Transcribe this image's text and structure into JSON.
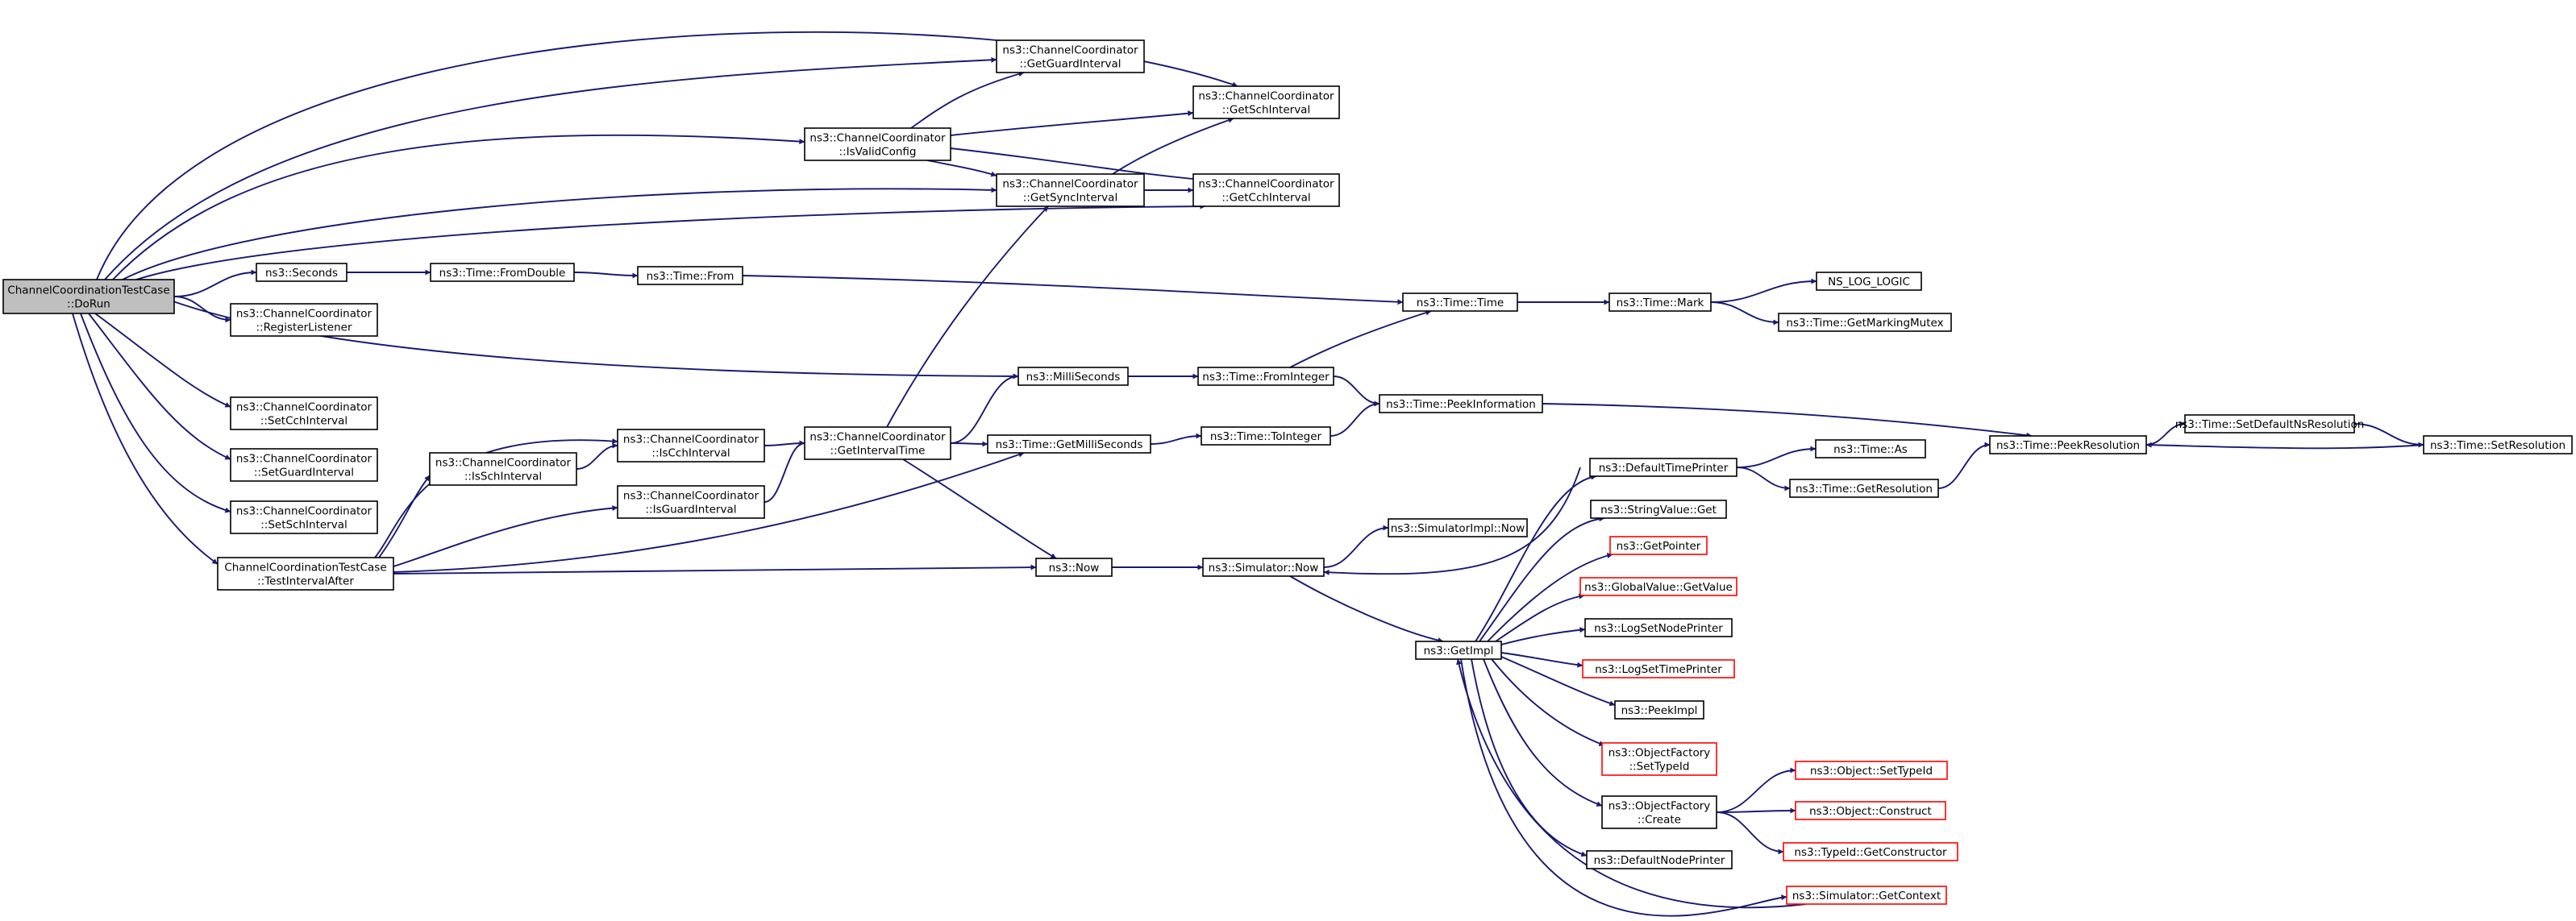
{
  "colors": {
    "edge": "#191970",
    "node_border": "#000000",
    "missing_border": "#ff0000",
    "root_fill": "#bfbfbf",
    "node_fill": "#ffffff"
  },
  "nodes": {
    "dorun": {
      "lines": [
        "ChannelCoordinationTestCase",
        "::DoRun"
      ],
      "root": true
    },
    "getguard": {
      "lines": [
        "ns3::ChannelCoordinator",
        "::GetGuardInterval"
      ]
    },
    "getsch": {
      "lines": [
        "ns3::ChannelCoordinator",
        "::GetSchInterval"
      ]
    },
    "isvalid": {
      "lines": [
        "ns3::ChannelCoordinator",
        "::IsValidConfig"
      ]
    },
    "getsync": {
      "lines": [
        "ns3::ChannelCoordinator",
        "::GetSyncInterval"
      ]
    },
    "getcch": {
      "lines": [
        "ns3::ChannelCoordinator",
        "::GetCchInterval"
      ]
    },
    "seconds": {
      "lines": [
        "ns3::Seconds"
      ]
    },
    "fromdouble": {
      "lines": [
        "ns3::Time::FromDouble"
      ]
    },
    "timefrom": {
      "lines": [
        "ns3::Time::From"
      ]
    },
    "timetime": {
      "lines": [
        "ns3::Time::Time"
      ]
    },
    "timemark": {
      "lines": [
        "ns3::Time::Mark"
      ]
    },
    "nslog": {
      "lines": [
        "NS_LOG_LOGIC"
      ]
    },
    "markmutex": {
      "lines": [
        "ns3::Time::GetMarkingMutex"
      ]
    },
    "reglistener": {
      "lines": [
        "ns3::ChannelCoordinator",
        "::RegisterListener"
      ]
    },
    "milliseconds": {
      "lines": [
        "ns3::MilliSeconds"
      ]
    },
    "frominteger": {
      "lines": [
        "ns3::Time::FromInteger"
      ]
    },
    "peekinfo": {
      "lines": [
        "ns3::Time::PeekInformation"
      ]
    },
    "peekres": {
      "lines": [
        "ns3::Time::PeekResolution"
      ]
    },
    "setdefres": {
      "lines": [
        "ns3::Time::SetDefaultNsResolution"
      ]
    },
    "setres": {
      "lines": [
        "ns3::Time::SetResolution"
      ]
    },
    "setcch": {
      "lines": [
        "ns3::ChannelCoordinator",
        "::SetCchInterval"
      ]
    },
    "iscch": {
      "lines": [
        "ns3::ChannelCoordinator",
        "::IsCchInterval"
      ]
    },
    "isschint": {
      "lines": [
        "ns3::ChannelCoordinator",
        "::IsSchInterval"
      ]
    },
    "getinterval": {
      "lines": [
        "ns3::ChannelCoordinator",
        "::GetIntervalTime"
      ]
    },
    "getmilli": {
      "lines": [
        "ns3::Time::GetMilliSeconds"
      ]
    },
    "tointeger": {
      "lines": [
        "ns3::Time::ToInteger"
      ]
    },
    "setguard": {
      "lines": [
        "ns3::ChannelCoordinator",
        "::SetGuardInterval"
      ]
    },
    "isguard": {
      "lines": [
        "ns3::ChannelCoordinator",
        "::IsGuardInterval"
      ]
    },
    "defprinter": {
      "lines": [
        "ns3::DefaultTimePrinter"
      ]
    },
    "timeas": {
      "lines": [
        "ns3::Time::As"
      ]
    },
    "getres": {
      "lines": [
        "ns3::Time::GetResolution"
      ]
    },
    "setsch": {
      "lines": [
        "ns3::ChannelCoordinator",
        "::SetSchInterval"
      ]
    },
    "strget": {
      "lines": [
        "ns3::StringValue::Get"
      ]
    },
    "getpointer": {
      "lines": [
        "ns3::GetPointer"
      ],
      "missing": true
    },
    "simimplnow": {
      "lines": [
        "ns3::SimulatorImpl::Now"
      ]
    },
    "testafter": {
      "lines": [
        "ChannelCoordinationTestCase",
        "::TestIntervalAfter"
      ]
    },
    "now": {
      "lines": [
        "ns3::Now"
      ]
    },
    "simnow": {
      "lines": [
        "ns3::Simulator::Now"
      ]
    },
    "globalget": {
      "lines": [
        "ns3::GlobalValue::GetValue"
      ],
      "missing": true
    },
    "lognode": {
      "lines": [
        "ns3::LogSetNodePrinter"
      ]
    },
    "getimpl": {
      "lines": [
        "ns3::GetImpl"
      ]
    },
    "logtime": {
      "lines": [
        "ns3::LogSetTimePrinter"
      ],
      "missing": true
    },
    "peekimpl": {
      "lines": [
        "ns3::PeekImpl"
      ]
    },
    "settypeid": {
      "lines": [
        "ns3::ObjectFactory",
        "::SetTypeId"
      ],
      "missing": true
    },
    "objsettype": {
      "lines": [
        "ns3::Object::SetTypeId"
      ],
      "missing": true
    },
    "create": {
      "lines": [
        "ns3::ObjectFactory",
        "::Create"
      ]
    },
    "construct": {
      "lines": [
        "ns3::Object::Construct"
      ],
      "missing": true
    },
    "getctor": {
      "lines": [
        "ns3::TypeId::GetConstructor"
      ],
      "missing": true
    },
    "defnode": {
      "lines": [
        "ns3::DefaultNodePrinter"
      ]
    },
    "getcontext": {
      "lines": [
        "ns3::Simulator::GetContext"
      ],
      "missing": true
    }
  }
}
